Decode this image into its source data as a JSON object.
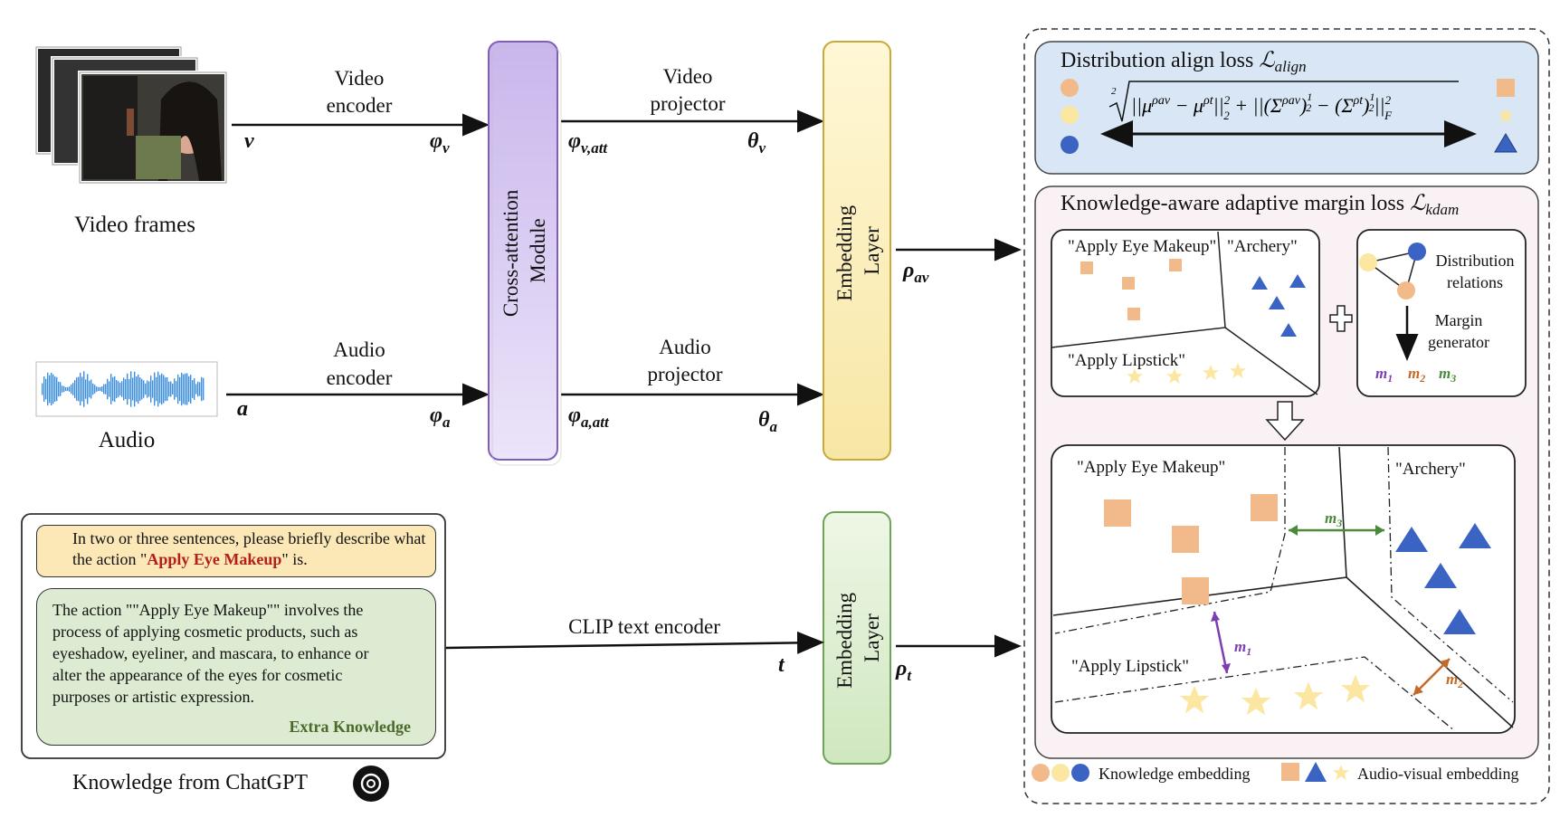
{
  "video": {
    "caption": "Video frames",
    "encoder_label_1": "Video",
    "encoder_label_2": "encoder",
    "input_symbol": "v",
    "feature_symbol": "φv",
    "att_symbol": "φv,att",
    "projector_label_1": "Video",
    "projector_label_2": "projector",
    "proj_symbol": "θv"
  },
  "audio": {
    "caption": "Audio",
    "encoder_label_1": "Audio",
    "encoder_label_2": "encoder",
    "input_symbol": "a",
    "feature_symbol": "φa",
    "att_symbol": "φa,att",
    "projector_label_1": "Audio",
    "projector_label_2": "projector",
    "proj_symbol": "θa"
  },
  "cross_attention": {
    "line1": "Cross-attention",
    "line2": "Module"
  },
  "embedding_av": {
    "line1": "Embedding",
    "line2": "Layer",
    "output_symbol": "ρav"
  },
  "embedding_t": {
    "line1": "Embedding",
    "line2": "Layer",
    "output_symbol": "ρt"
  },
  "text": {
    "encoder_label": "CLIP text encoder",
    "input_symbol": "t"
  },
  "knowledge": {
    "prompt_prefix": "In two or three sentences, please briefly describe what the action \"",
    "prompt_action": "Apply Eye Makeup",
    "prompt_suffix": "\" is.",
    "answer": "The action \"\"Apply Eye Makeup\"\" involves the process of applying cosmetic products, such as eyeshadow, eyeliner, and mascara, to enhance or alter the appearance of the eyes for cosmetic purposes or artistic expression.",
    "tag": "Extra Knowledge",
    "caption": "Knowledge from ChatGPT"
  },
  "align_loss": {
    "title": "Distribution align loss ℒalign",
    "title_main": "Distribution align loss ",
    "title_math": "ℒ",
    "title_sub": "align"
  },
  "kdam_loss": {
    "title_main": "Knowledge-aware adaptive margin loss ",
    "title_math": "ℒ",
    "title_sub": "kdam"
  },
  "classes": {
    "eye": "\"Apply Eye Makeup\"",
    "archery": "\"Archery\"",
    "lipstick": "\"Apply Lipstick\""
  },
  "relations": {
    "dist_1": "Distribution",
    "dist_2": "relations",
    "gen_1": "Margin",
    "gen_2": "generator",
    "m1": "m1",
    "m2": "m2",
    "m3": "m3"
  },
  "legend": {
    "knowledge": "Knowledge embedding",
    "audio_visual": "Audio-visual embedding"
  },
  "colors": {
    "orange": "#f2b98a",
    "yellow": "#fbe7a1",
    "blue": "#3b63c4",
    "purple": "#7b3fb2",
    "brown": "#c46a28",
    "green": "#4a8a3a",
    "cross_fill": "#d7c9ef",
    "emb_av_fill": "#faf2c8",
    "emb_t_fill": "#dff0d5",
    "align_bg": "#d9e6f5",
    "kdam_bg": "#faf1f4"
  }
}
